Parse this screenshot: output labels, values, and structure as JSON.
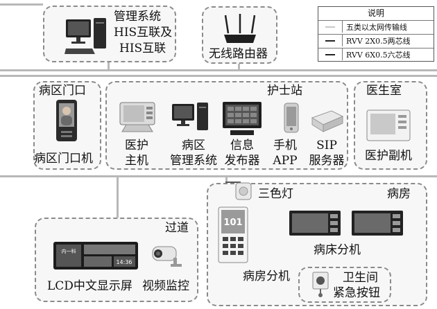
{
  "legend": {
    "title": "说明",
    "items": [
      {
        "label": "五类以太网传输线",
        "color": "#c8c8c8"
      },
      {
        "label": "RVV 2X0.5两芯线",
        "color": "#222222"
      },
      {
        "label": "RVV 6X0.5六芯线",
        "color": "#222222"
      }
    ]
  },
  "groups": {
    "his": {
      "line1": "管理系统",
      "line2": "HIS互联及",
      "line3": "HIS互联"
    },
    "router": {
      "label": "无线路由器"
    },
    "ward_gate": {
      "title": "病区门口",
      "device": "病区门口机"
    },
    "nurse_station": {
      "title": "护士站",
      "devices": [
        {
          "line1": "医护",
          "line2": "主机"
        },
        {
          "line1": "病区",
          "line2": "管理系统"
        },
        {
          "line1": "信息",
          "line2": "发布器"
        },
        {
          "line1": "手机",
          "line2": "APP"
        },
        {
          "line1": "SIP",
          "line2": "服务器"
        }
      ]
    },
    "doctor_room": {
      "title": "医生室",
      "device": "医护副机"
    },
    "corridor": {
      "title": "过道",
      "lcd": "LCD中文显示屏",
      "camera": "视频监控"
    },
    "ward": {
      "title": "病房",
      "tricolor": "三色灯",
      "bed": "病床分机",
      "room": "病房分机",
      "bathroom_line1": "卫生间",
      "bathroom_line2": "紧急按钮"
    }
  },
  "screen_text": {
    "lcd_left": "内一科",
    "lcd_right": "14:36",
    "room_panel": "101"
  }
}
